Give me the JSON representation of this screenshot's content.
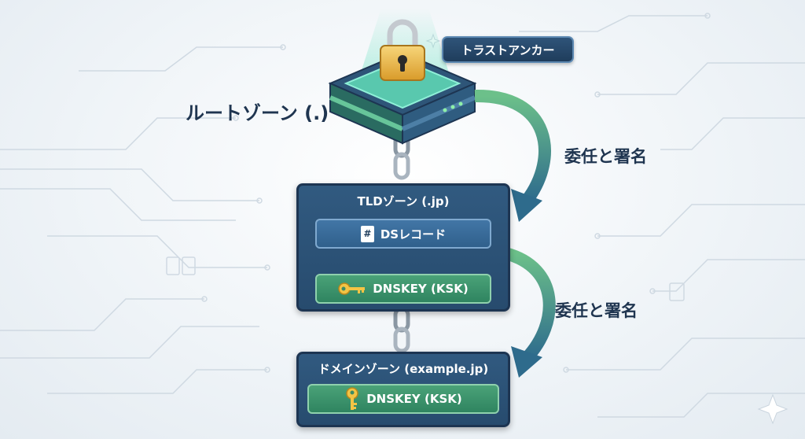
{
  "trust_anchor_label": "トラストアンカー",
  "root_zone_label": "ルートゾーン (.)",
  "delegation_label_1": "委任と署名",
  "delegation_label_2": "委任と署名",
  "tld_zone": {
    "title": "TLDゾーン (.jp)",
    "ds_record_label": "DSレコード",
    "ds_icon_glyph": "#",
    "dnskey_label": "DNSKEY (KSK)"
  },
  "domain_zone": {
    "title": "ドメインゾーン (example.jp)",
    "dnskey_label": "DNSKEY (KSK)"
  },
  "colors": {
    "navy": "#1f3550",
    "zone_blue": "#2c5478",
    "record_green": "#3d9a6f",
    "arrow_green": "#5fae7e",
    "lock_gold": "#e9b949"
  },
  "icons": [
    "padlock-icon",
    "document-hash-icon",
    "key-icon",
    "chain-link-icon",
    "curved-arrow-icon"
  ]
}
